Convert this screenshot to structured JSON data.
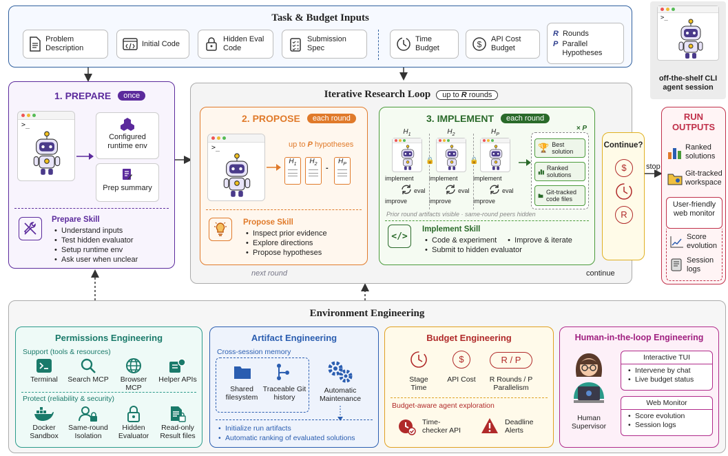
{
  "task_inputs": {
    "title": "Task & Budget Inputs",
    "items": [
      "Problem Description",
      "Initial Code",
      "Hidden Eval Code",
      "Submission Spec",
      "Time Budget",
      "API Cost Budget"
    ],
    "rounds_label": "Rounds",
    "rounds_symbol": "R",
    "parallel_label": "Parallel Hypotheses",
    "parallel_symbol": "P"
  },
  "cli_agent": {
    "label": "off-the-shelf CLI agent session"
  },
  "prepare": {
    "title": "1. PREPARE",
    "badge": "once",
    "runtime": "Configured runtime env",
    "summary": "Prep summary",
    "skill_title": "Prepare Skill",
    "skill_items": [
      "Understand inputs",
      "Test hidden evaluator",
      "Setup runtime env",
      "Ask user when unclear"
    ]
  },
  "loop": {
    "title": "Iterative Research Loop",
    "badge_prefix": "up to",
    "badge_symbol": "R",
    "badge_suffix": "rounds",
    "next_round": "next round",
    "continue": "continue"
  },
  "propose": {
    "title": "2. PROPOSE",
    "badge": "each round",
    "upto_prefix": "up to",
    "upto_symbol": "P",
    "upto_suffix": "hypotheses",
    "hyps": [
      "H1",
      "H2",
      "HP"
    ],
    "skill_title": "Propose Skill",
    "skill_items": [
      "Inspect prior evidence",
      "Explore directions",
      "Propose hypotheses"
    ]
  },
  "implement": {
    "title": "3. IMPLEMENT",
    "badge": "each round",
    "cols": [
      "H1",
      "H2",
      "HP"
    ],
    "implement": "implement",
    "eval": "eval",
    "improve": "improve",
    "xp": "× P",
    "outputs": [
      "Best solution",
      "Ranked solutions",
      "Git-tracked code files"
    ],
    "note": "Prior round artifacts visible · same-round peers hidden",
    "skill_title": "Implement Skill",
    "skill_items": [
      "Code & experiment",
      "Improve & iterate",
      "Submit to hidden evaluator"
    ]
  },
  "continue_box": {
    "title": "Continue?",
    "stop": "stop",
    "r_symbol": "R",
    "dollar": "$"
  },
  "run_outputs": {
    "title": "RUN OUTPUTS",
    "items": [
      "Ranked solutions",
      "Git-tracked workspace"
    ],
    "monitor_title": "User-friendly web monitor",
    "monitor_items": [
      "Score evolution",
      "Session logs"
    ]
  },
  "env": {
    "title": "Environment Engineering",
    "permissions": {
      "title": "Permissions Engineering",
      "support_label": "Support (tools & resources)",
      "support_items": [
        "Terminal",
        "Search MCP",
        "Browser MCP",
        "Helper APIs"
      ],
      "protect_label": "Protect (reliability & security)",
      "protect_items": [
        "Docker Sandbox",
        "Same-round Isolation",
        "Hidden Evaluator",
        "Read-only Result files"
      ]
    },
    "artifact": {
      "title": "Artifact Engineering",
      "memory_label": "Cross-session memory",
      "items": [
        "Shared filesystem",
        "Traceable Git history"
      ],
      "maint": "Automatic Maintenance",
      "list": [
        "Initialize run artifacts",
        "Automatic ranking of evaluated solutions"
      ]
    },
    "budget": {
      "title": "Budget Engineering",
      "items": [
        "Stage Time",
        "API Cost",
        "R Rounds / P Parallelism"
      ],
      "rp": "R / P",
      "dollar": "$",
      "explore_label": "Budget-aware agent exploration",
      "tools": [
        "Time-checker API",
        "Deadline Alerts"
      ]
    },
    "hitl": {
      "title": "Human-in-the-loop Engineering",
      "supervisor": "Human Supervisor",
      "tui_title": "Interactive TUI",
      "tui_items": [
        "Intervene by chat",
        "Live budget status"
      ],
      "web_title": "Web Monitor",
      "web_items": [
        "Score evolution",
        "Session logs"
      ]
    }
  },
  "colors": {
    "inputs": "#2f5f9e",
    "prepare": "#5b2a9c",
    "propose": "#e07a2a",
    "implement": "#4a9a3a",
    "continue": "#e0b020",
    "outputs": "#c0304a",
    "permissions": "#2a9a8a",
    "artifact": "#2a5db0",
    "budget": "#e0a020",
    "hitl": "#b02a8a"
  }
}
